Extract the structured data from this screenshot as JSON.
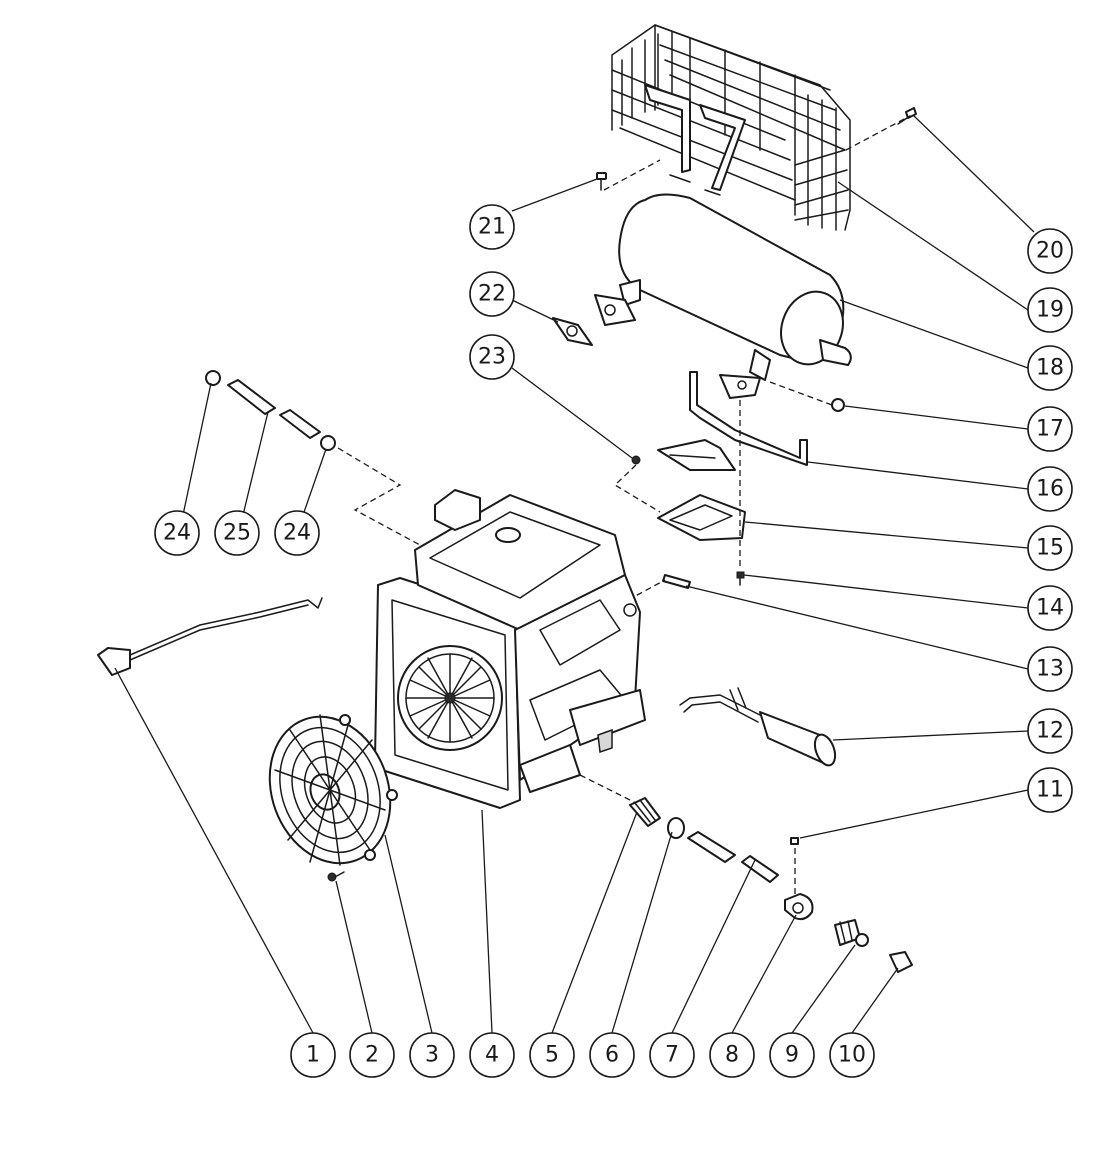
{
  "callouts": [
    {
      "num": "1"
    },
    {
      "num": "2"
    },
    {
      "num": "3"
    },
    {
      "num": "4"
    },
    {
      "num": "5"
    },
    {
      "num": "6"
    },
    {
      "num": "7"
    },
    {
      "num": "8"
    },
    {
      "num": "9"
    },
    {
      "num": "10"
    },
    {
      "num": "11"
    },
    {
      "num": "12"
    },
    {
      "num": "13"
    },
    {
      "num": "14"
    },
    {
      "num": "15"
    },
    {
      "num": "16"
    },
    {
      "num": "17"
    },
    {
      "num": "18"
    },
    {
      "num": "19"
    },
    {
      "num": "20"
    },
    {
      "num": "21"
    },
    {
      "num": "22"
    },
    {
      "num": "23"
    },
    {
      "num": "24"
    },
    {
      "num": "25"
    },
    {
      "num": "24"
    }
  ]
}
